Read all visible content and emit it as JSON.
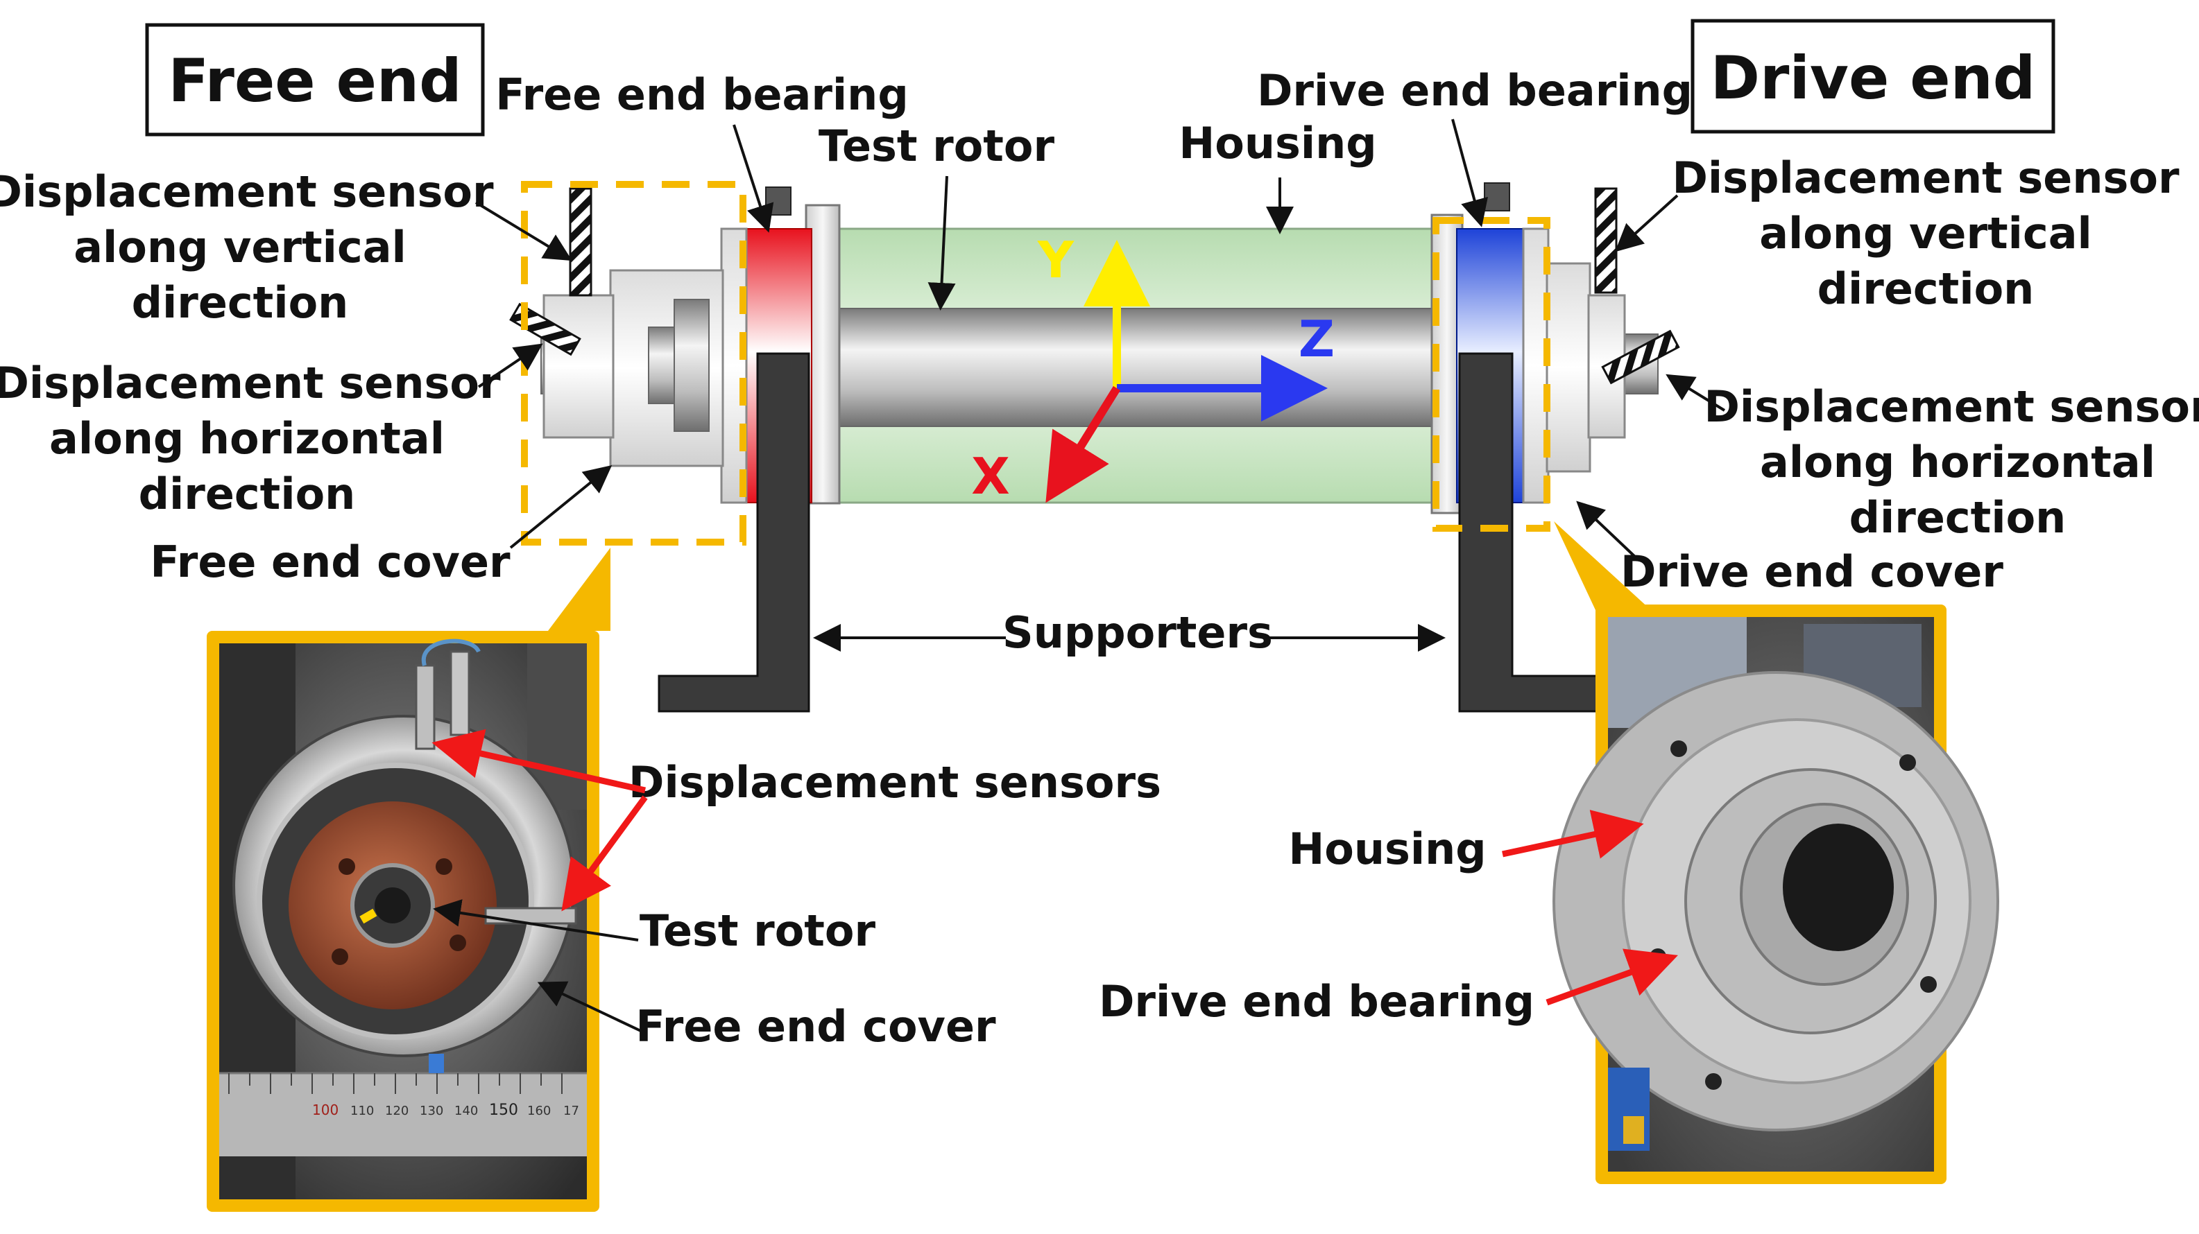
{
  "sections": {
    "free_end_title": "Free end",
    "drive_end_title": "Drive end"
  },
  "labels": {
    "free_end_bearing": "Free end bearing",
    "test_rotor": "Test rotor",
    "housing": "Housing",
    "drive_end_bearing": "Drive end bearing",
    "supporters": "Supporters",
    "free_end_cover": "Free end cover",
    "drive_end_cover": "Drive end cover",
    "left_vertical_sensor": [
      "Displacement sensor",
      "along vertical",
      "direction"
    ],
    "left_horizontal_sensor": [
      "Displacement sensor",
      "along horizontal",
      "direction"
    ],
    "right_vertical_sensor": [
      "Displacement sensor",
      "along vertical",
      "direction"
    ],
    "right_horizontal_sensor": [
      "Displacement sensor",
      "along horizontal",
      "direction"
    ]
  },
  "axes": {
    "x": "X",
    "y": "Y",
    "z": "Z"
  },
  "photo_left_labels": {
    "sensors": "Displacement sensors",
    "rotor": "Test rotor",
    "cover": "Free end cover",
    "ruler_ticks": [
      "100",
      "110",
      "120",
      "130",
      "140",
      "150",
      "160",
      "17"
    ]
  },
  "photo_right_labels": {
    "housing": "Housing",
    "bearing": "Drive end bearing"
  },
  "colors": {
    "highlight": "#F5B800",
    "housing_tint": "#D2EFCC",
    "free_bearing": "#E8121E",
    "drive_bearing": "#1E43D8",
    "axis_x": "#E8121E",
    "axis_y": "#FFEE00",
    "axis_z": "#2A39F0",
    "support": "#3A3A3A"
  }
}
